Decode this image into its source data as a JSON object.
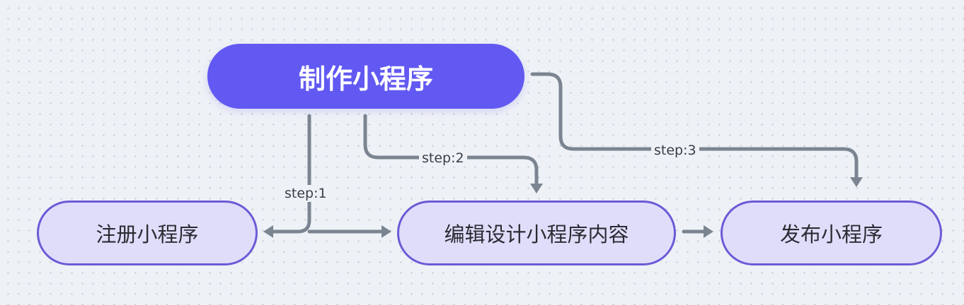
{
  "diagram": {
    "root": {
      "label": "制作小程序",
      "color": "#6259f2"
    },
    "children": [
      {
        "label": "注册小程序"
      },
      {
        "label": "编辑设计小程序内容"
      },
      {
        "label": "发布小程序"
      }
    ],
    "edges": [
      {
        "label": "step:1"
      },
      {
        "label": "step:2"
      },
      {
        "label": "step:3"
      }
    ],
    "colors": {
      "background": "#eef1f6",
      "root_fill": "#6259f2",
      "child_fill": "#e0ddfb",
      "child_border": "#6a5bd6",
      "connector": "#7b8591"
    }
  }
}
